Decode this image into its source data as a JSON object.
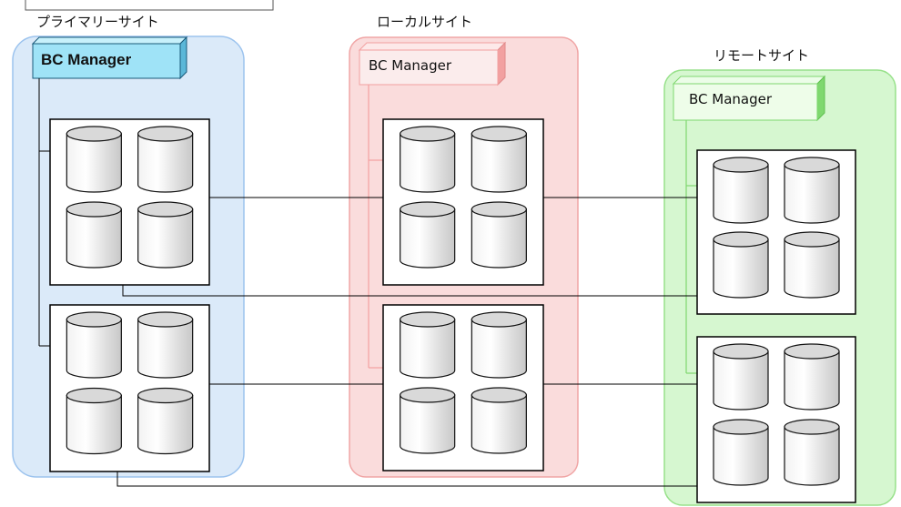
{
  "sites": {
    "primary": {
      "title": "プライマリーサイト",
      "manager": "BC Manager"
    },
    "local": {
      "title": "ローカルサイト",
      "manager": "BC Manager"
    },
    "remote": {
      "title": "リモートサイト",
      "manager": "BC Manager"
    }
  },
  "colors": {
    "primary_panel": "#dbeaf9",
    "primary_border": "#9cc3ee",
    "primary_tag": "#9fe3f7",
    "primary_tag_side": "#5bb7d8",
    "local_panel": "#fadcdc",
    "local_border": "#f0a5a5",
    "local_tag_side": "#f2a0a0",
    "remote_panel": "#d6f7d0",
    "remote_border": "#97e18a",
    "remote_tag_side": "#7fd86f",
    "line": "#000000",
    "cylinder_fill": "#e6e6e6",
    "cylinder_stroke": "#111111"
  }
}
